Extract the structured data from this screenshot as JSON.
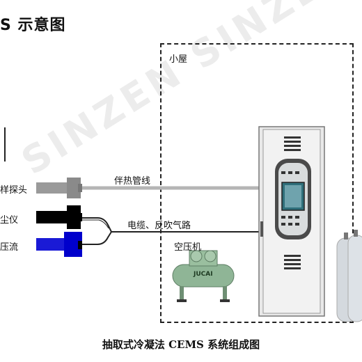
{
  "header": {
    "title": "S 示意图"
  },
  "house": {
    "label": "小屋"
  },
  "labels": {
    "probe": "样探头",
    "dust": "尘仪",
    "flow": "压流",
    "heat_line": "伴热管线",
    "cable_line": "电缆、反吹气路",
    "compressor": "空压机",
    "compressor_brand": "JUCAI"
  },
  "caption": "抽取式冷凝法 CEMS 系统组成图",
  "watermark": "SINZEN SINZEN",
  "colors": {
    "probe": "#9a9a9a",
    "dust": "#000000",
    "flow": "#1a1ad6",
    "cabinet": "#e6e6e6",
    "compressor": "#8fb596",
    "cylinder": "#d8dde2"
  }
}
